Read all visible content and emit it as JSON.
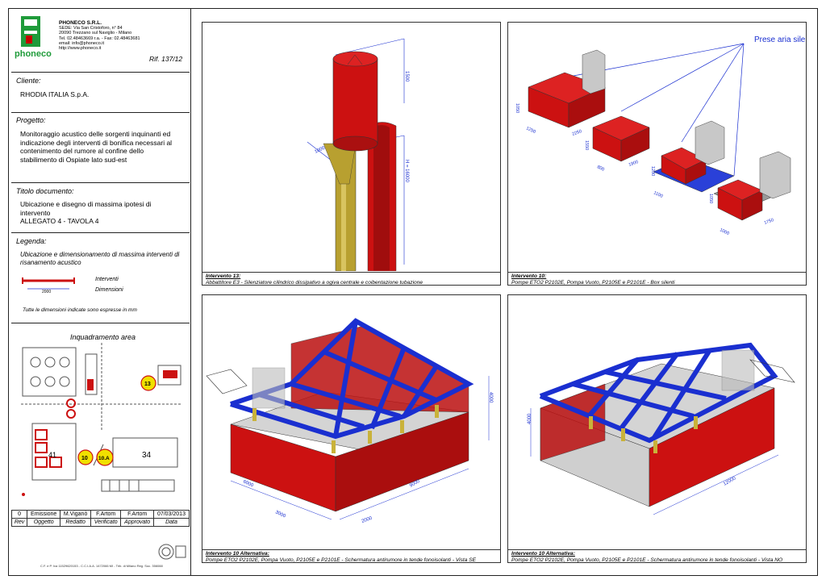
{
  "company": {
    "name": "PHONECO S.R.L.",
    "lines": [
      "SEDE: Via San Cristoforo, n° 84",
      "20090 Trezzano sul Naviglio - Milano",
      "Tel. 02.48463669 r.a. - Fax: 02.48463681",
      "email: info@phoneco.it",
      "http://www.phoneco.it"
    ],
    "logo_text": "phoneco"
  },
  "rif": "Rif. 137/12",
  "cliente": {
    "label": "Cliente:",
    "value": "RHODIA ITALIA S.p.A."
  },
  "progetto": {
    "label": "Progetto:",
    "value": "Monitoraggio acustico delle sorgenti inquinanti ed indicazione degli interventi di bonifica necessari al contenimento del rumore al confine dello stabilimento di Ospiate lato sud-est"
  },
  "titolo": {
    "label": "Titolo documento:",
    "line1": "Ubicazione e disegno di massima ipotesi di intervento",
    "line2": "ALLEGATO 4 - TAVOLA 4"
  },
  "legenda": {
    "label": "Legenda:",
    "desc": "Ubicazione e dimensionamento di massima interventi di risanamento acustico",
    "interventi": "Interventi",
    "dimensioni": "Dimensioni",
    "dim_value": "2000",
    "note": "Tutte le dimensioni indicate sono espresse in mm"
  },
  "inquadramento": {
    "title": "Inquadramento area",
    "markers": [
      "13",
      "10",
      "10.A"
    ],
    "areas": [
      "41",
      "34"
    ]
  },
  "revisions": {
    "headers": [
      "Rev",
      "Oggetto",
      "Redatto",
      "Verificato",
      "Approvato",
      "Data"
    ],
    "rows": [
      [
        "0",
        "Emissione",
        "M.Viganò",
        "F.Artom",
        "F.Artom",
        "07/03/2013"
      ]
    ]
  },
  "footer": "C.F. e P. Iva 11529620153 - C.C.I.A.A. 1472066 MI - Trib. di Milano Reg. Soc. 356088",
  "panels": [
    {
      "title": "Intervento 13:",
      "desc": "Abbattitore E3 - Silenziatore cilindrico dissipativo a ogiva centrale e coibentazione tubazione",
      "dims": [
        "1500",
        "1000",
        "H = 16000"
      ]
    },
    {
      "title": "Intervento 10:",
      "desc": "Pompe ETO2 P2102E, Pompa Vuoto, P2105E e P2101E - Box silenti",
      "callout": "Prese aria silenziate",
      "dims": [
        "1050",
        "1250",
        "2250",
        "1550",
        "800",
        "1900",
        "1200",
        "1100",
        "1050",
        "1000",
        "1750"
      ]
    },
    {
      "title": "Intervento 10 Alternativa:",
      "desc": "Pompe ETO2 P2102E, Pompa Vuoto, P2105E e P2101E - Schermatura antirumore in tende fonoisolanti - Vista SE",
      "dims": [
        "4000",
        "6000",
        "9000",
        "3000",
        "2000"
      ]
    },
    {
      "title": "Intervento 10 Alternativa:",
      "desc": "Pompe ETO2 P2102E, Pompa Vuoto, P2105E e P2101E - Schermatura antirumore in tende fonoisolanti - Vista NO",
      "dims": [
        "4000",
        "12000"
      ]
    }
  ],
  "colors": {
    "red": "#cc1111",
    "blue": "#1a2fd0",
    "grey": "#c8c8c8",
    "yellow": "#c9b23a",
    "green": "#2a8a3a"
  }
}
